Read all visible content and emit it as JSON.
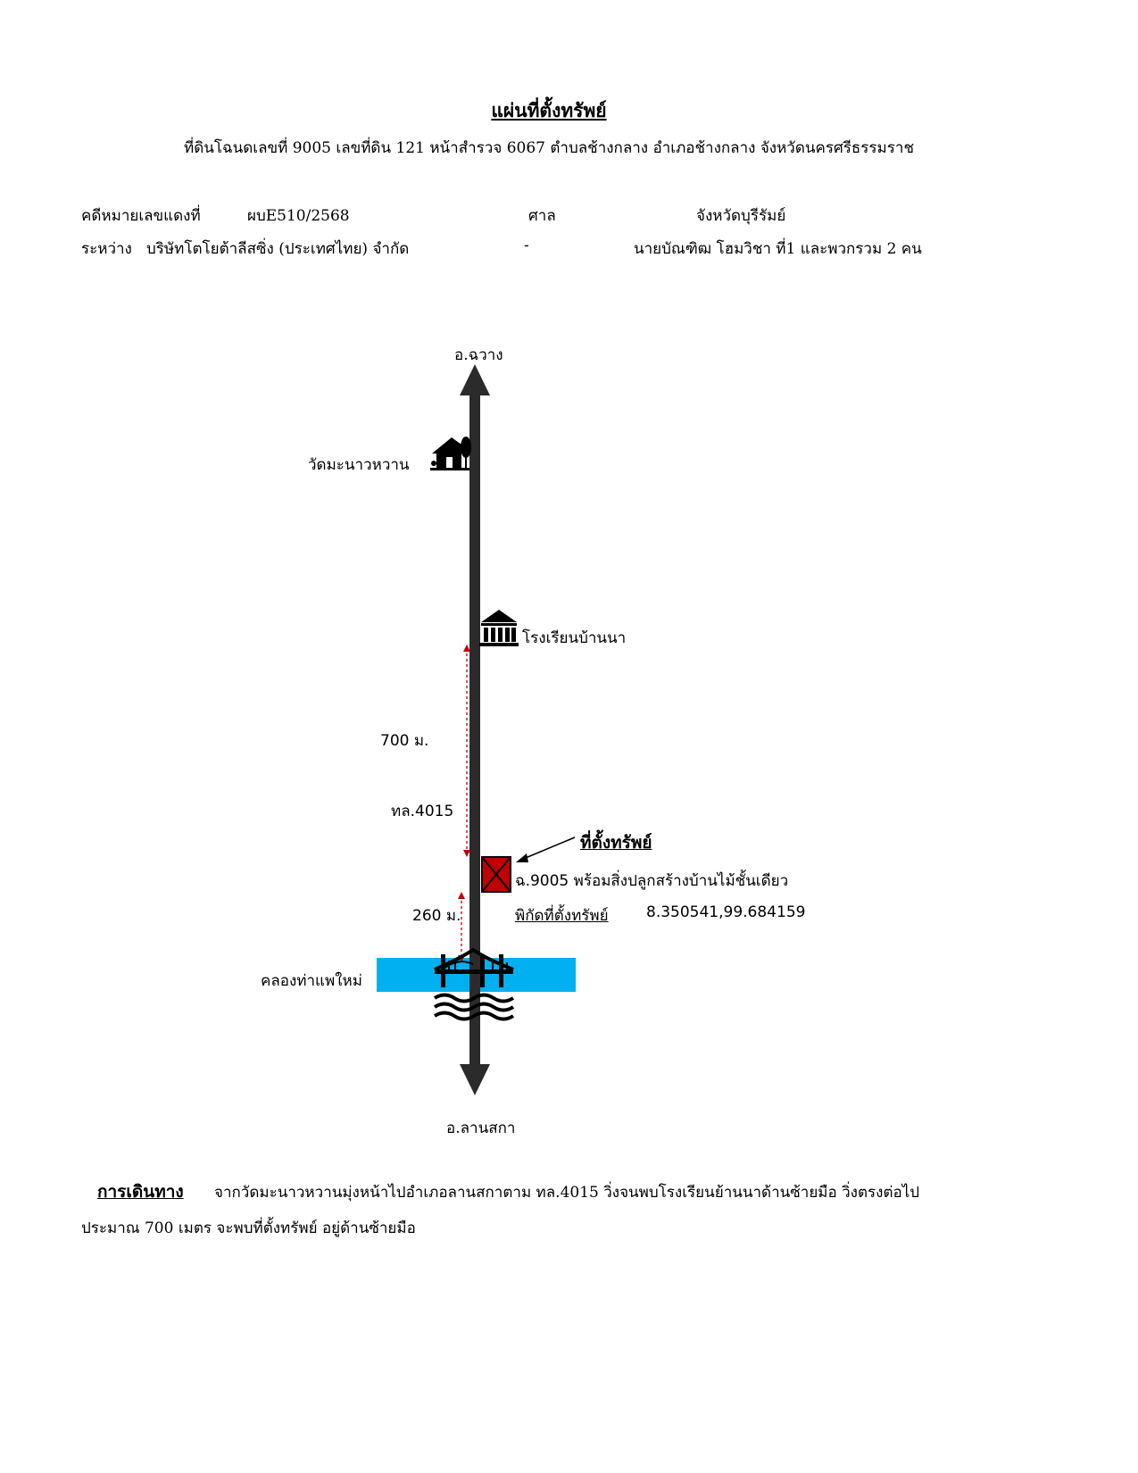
{
  "header": {
    "title": "แผ่นที่ตั้งทรัพย์",
    "subtitle": "ที่ดินโฉนดเลขที่ 9005 เลขที่ดิน 121 หน้าสำรวจ 6067 ตำบลช้างกลาง อำเภอช้างกลาง จังหวัดนครศรีธรรมราช"
  },
  "case": {
    "case_label": "คดีหมายเลขแดงที่",
    "case_number": "ผบE510/2568",
    "court_label": "ศาล",
    "court_value": "จังหวัดบุรีรัมย์",
    "between_label": "ระหว่าง",
    "plaintiff": "บริษัทโตโยต้าลีสซิ่ง (ประเทศไทย) จำกัด",
    "separator": "-",
    "defendant": "นายบัณฑิฒ  โฮมวิชา ที่1 และพวกรวม 2 คน"
  },
  "map": {
    "road_color": "#2b2b2b",
    "water_color": "#00b0f0",
    "marker_color": "#c00000",
    "distance_color": "#c00000",
    "north_label": "อ.ฉวาง",
    "south_label": "อ.ลานสกา",
    "temple_label": "วัดมะนาวหวาน",
    "school_label": "โรงเรียนบ้านนา",
    "distance_1": "700 ม.",
    "road_name": "ทล.4015",
    "property_heading": "ที่ตั้งทรัพย์",
    "property_desc": "ฉ.9005 พร้อมสิ่งปลูกสร้างบ้านไม้ชั้นเดียว",
    "coord_label": "พิกัดที่ตั้งทรัพย์",
    "coord_value": "8.350541,99.684159",
    "distance_2": "260 ม.",
    "canal_label": "คลองท่าแพใหม่",
    "icons": [
      "house-icon",
      "school-icon",
      "property-marker-icon",
      "bridge-icon",
      "water-waves-icon"
    ]
  },
  "directions": {
    "heading": "การเดินทาง",
    "line1": "จากวัดมะนาวหวานมุ่งหน้าไปอำเภอลานสกาตาม ทล.4015 วิ่งจนพบโรงเรียนย้านนาด้านซ้ายมือ วิ่งตรงต่อไป",
    "line2": "ประมาณ 700 เมตร จะพบที่ตั้งทรัพย์ อยู่ด้านซ้ายมือ"
  }
}
